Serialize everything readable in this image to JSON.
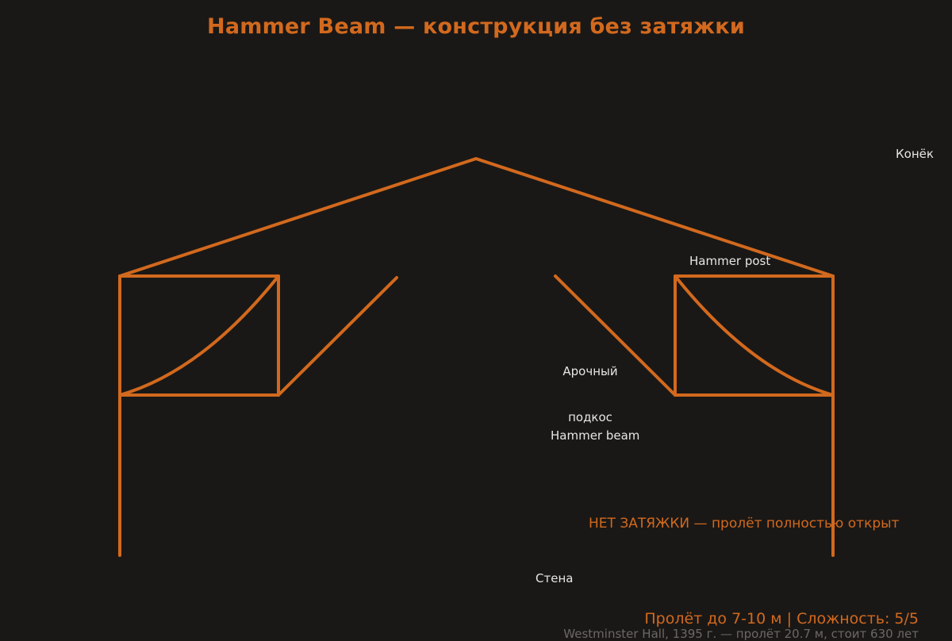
{
  "page": {
    "title": "Hammer Beam — конструкция без затяжки",
    "background_color": "#1a1816",
    "beam_color": "#d2691e",
    "label_color": "#e8e6e3",
    "footer_sub_color": "#6b6764"
  },
  "labels": {
    "ridge": "Конёк",
    "hammer_post": "Hammer post",
    "arch_brace_line1": "Арочный",
    "arch_brace_line2": "подкос",
    "hammer_beam": "Hammer beam",
    "wall": "Стена"
  },
  "callout": {
    "text": "НЕТ ЗАТЯЖКИ — пролёт полностью открыт"
  },
  "footer": {
    "main": "Пролёт до 7-10 м | Сложность: 5/5",
    "sub": "Westminster Hall, 1395 г. — пролёт 20.7 м, стоит 630 лет"
  },
  "chart_data": {
    "type": "diagram",
    "title": "Hammer Beam — конструкция без затяжки",
    "apex": [
      600,
      200
    ],
    "structure": {
      "rafter_left": [
        [
          151,
          348
        ],
        [
          600,
          200
        ]
      ],
      "rafter_right": [
        [
          600,
          200
        ],
        [
          1050,
          348
        ]
      ],
      "hammer_beam_left_rect": [
        151,
        348,
        351,
        498
      ],
      "hammer_beam_right_rect": [
        851,
        348,
        1050,
        498
      ],
      "arch_brace_left": [
        [
          151,
          498
        ],
        [
          351,
          348
        ]
      ],
      "arch_brace_right": [
        [
          851,
          348
        ],
        [
          1050,
          498
        ]
      ],
      "strut_left": [
        [
          351,
          498
        ],
        [
          500,
          350
        ]
      ],
      "strut_right": [
        [
          700,
          348
        ],
        [
          851,
          498
        ]
      ],
      "wall_post_left": [
        [
          151,
          498
        ],
        [
          151,
          700
        ]
      ],
      "wall_post_right": [
        [
          1050,
          498
        ],
        [
          1050,
          700
        ]
      ]
    }
  }
}
